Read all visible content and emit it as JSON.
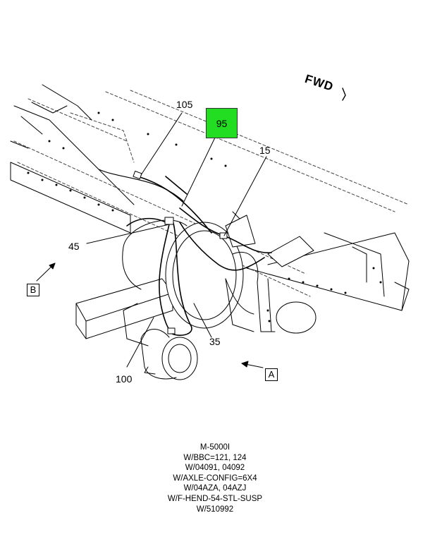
{
  "diagram": {
    "highlight_color": "#22dd22",
    "fwd_label": "FWD",
    "callouts": {
      "c105": "105",
      "c95": "95",
      "c15": "15",
      "c45": "45",
      "c35": "35",
      "c100": "100"
    },
    "ref_views": {
      "b": "B",
      "a": "A"
    }
  },
  "notes": {
    "lines": [
      "M-5000I",
      "W/BBC=121, 124",
      "W/04091, 04092",
      "W/AXLE-CONFIG=6X4",
      "W/04AZA, 04AZJ",
      "W/F-HEND-54-STL-SUSP",
      "W/510992"
    ]
  }
}
